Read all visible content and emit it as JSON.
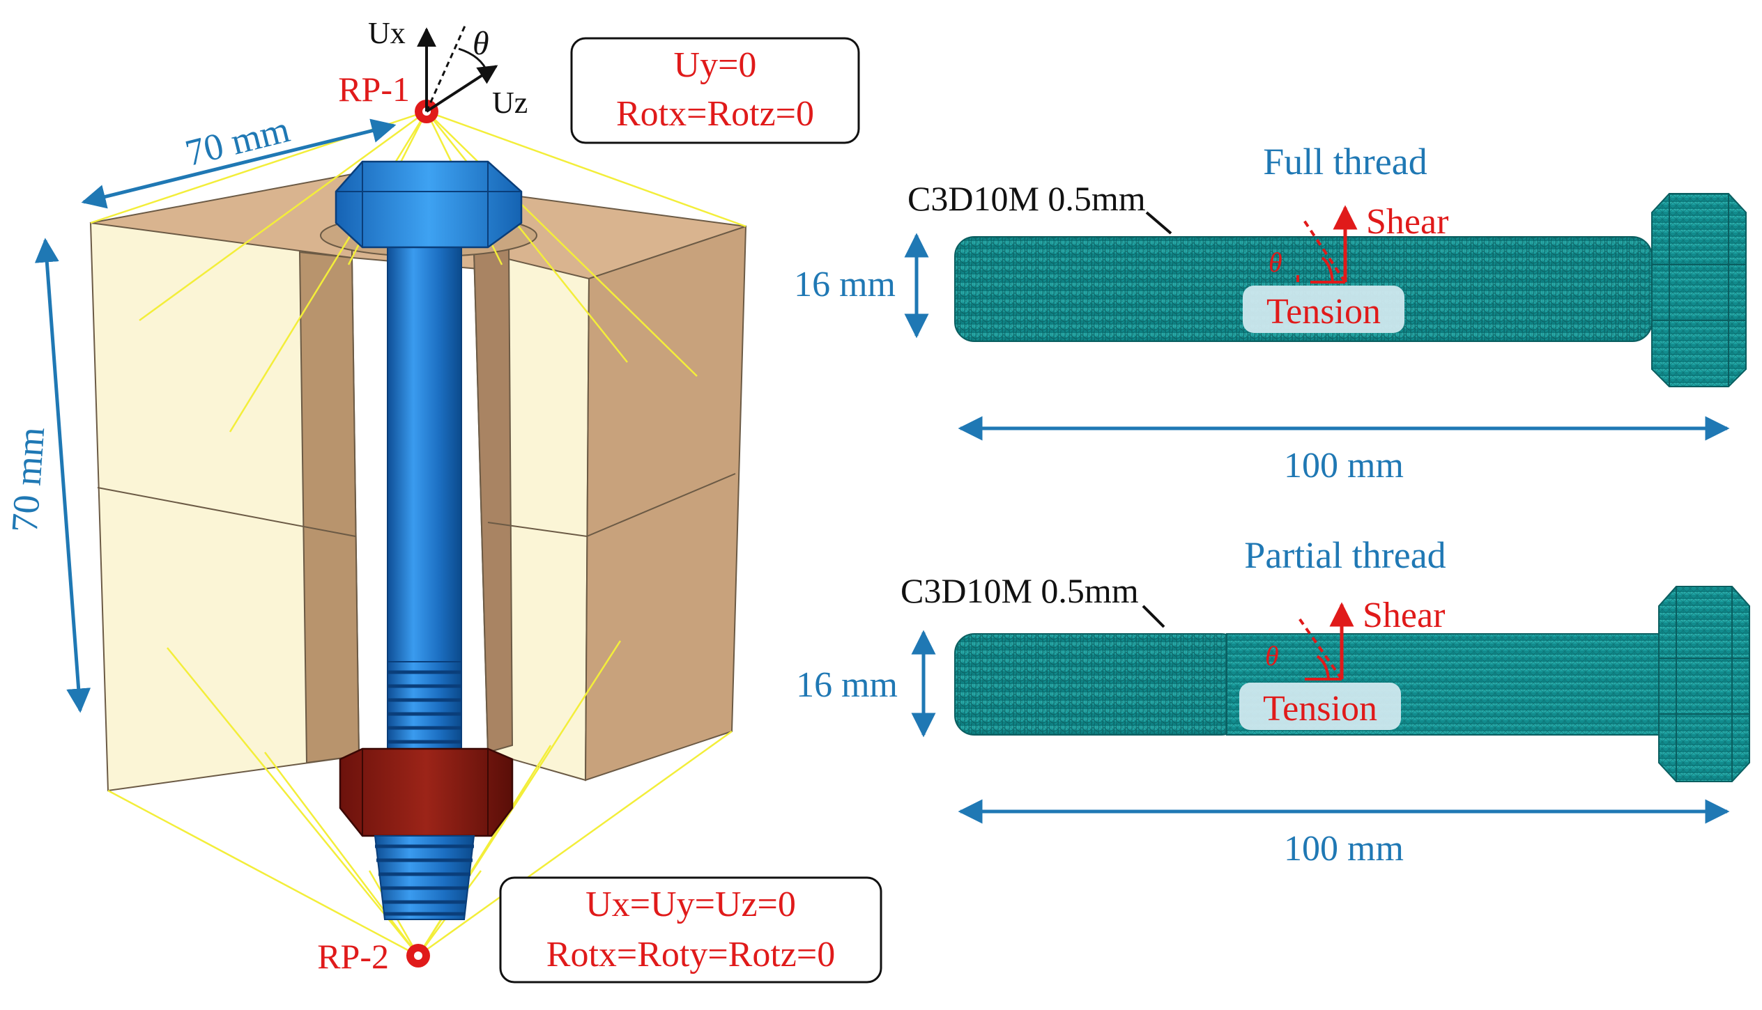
{
  "left_model": {
    "rp1_label": "RP-1",
    "rp2_label": "RP-2",
    "axis_ux": "Ux",
    "axis_uz": "Uz",
    "axis_theta": "θ",
    "box_top": {
      "line1": "Uy=0",
      "line2": "Rotx=Rotz=0"
    },
    "box_bottom": {
      "line1": "Ux=Uy=Uz=0",
      "line2": "Rotx=Roty=Rotz=0"
    },
    "dim_width": "70 mm",
    "dim_height": "70 mm"
  },
  "full_thread": {
    "title": "Full thread",
    "mesh_label": "C3D10M 0.5mm",
    "shear_label": "Shear",
    "theta_label": "θ",
    "tension_label": "Tension",
    "diameter": "16 mm",
    "length": "100 mm"
  },
  "partial_thread": {
    "title": "Partial thread",
    "mesh_label": "C3D10M 0.5mm",
    "shear_label": "Shear",
    "theta_label": "θ",
    "tension_label": "Tension",
    "diameter": "16 mm",
    "length": "100 mm"
  },
  "colors": {
    "block_face": "#fbf5d6",
    "block_top": "#d9b48f",
    "block_side": "#c8a27c",
    "bolt_blue": "#1e73c8",
    "nut_red": "#8b1a12",
    "mesh_teal": "#149a9a",
    "label_red": "#e01a1a",
    "label_blue": "#1f78b4"
  }
}
